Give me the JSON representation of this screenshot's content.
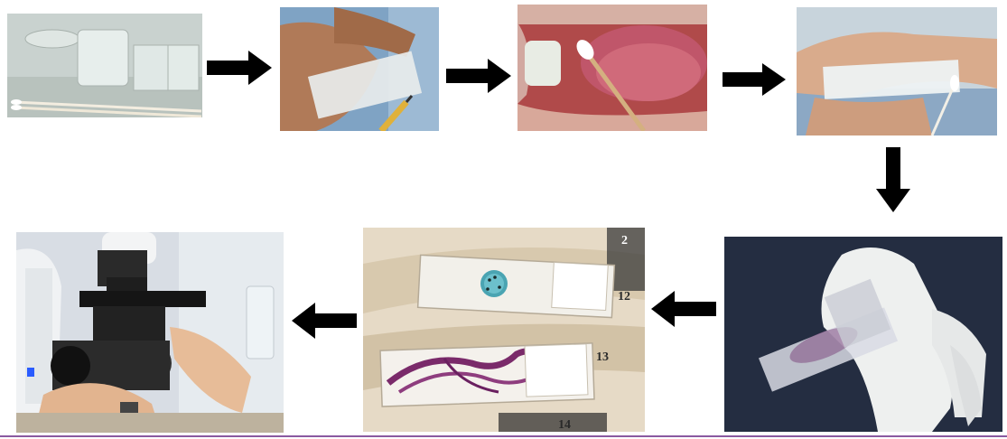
{
  "diagram": {
    "type": "process-flow",
    "steps": [
      {
        "id": 1,
        "icon": "slides-and-swabs-photo"
      },
      {
        "id": 2,
        "icon": "labeling-slide-photo"
      },
      {
        "id": 3,
        "icon": "oral-swab-collection-photo"
      },
      {
        "id": 4,
        "icon": "smearing-swab-on-slide-photo"
      },
      {
        "id": 5,
        "icon": "gloved-hand-holding-slide-photo"
      },
      {
        "id": 6,
        "icon": "stained-slides-photo"
      },
      {
        "id": 7,
        "icon": "microscope-examination-photo"
      }
    ],
    "arrows": [
      {
        "from": 1,
        "to": 2,
        "direction": "right"
      },
      {
        "from": 2,
        "to": 3,
        "direction": "right"
      },
      {
        "from": 3,
        "to": 4,
        "direction": "right"
      },
      {
        "from": 4,
        "to": 5,
        "direction": "down"
      },
      {
        "from": 5,
        "to": 6,
        "direction": "left"
      },
      {
        "from": 6,
        "to": 7,
        "direction": "left"
      }
    ]
  },
  "slide_labels": {
    "slide_a": "12",
    "slide_b": "13",
    "slide_c": "14",
    "slide_d": "2"
  },
  "colors": {
    "arrow": "#000000",
    "stain_purple": "#7a2a6a",
    "stain_teal": "#3a9aa8",
    "bottom_rule": "#8a5aa0"
  }
}
